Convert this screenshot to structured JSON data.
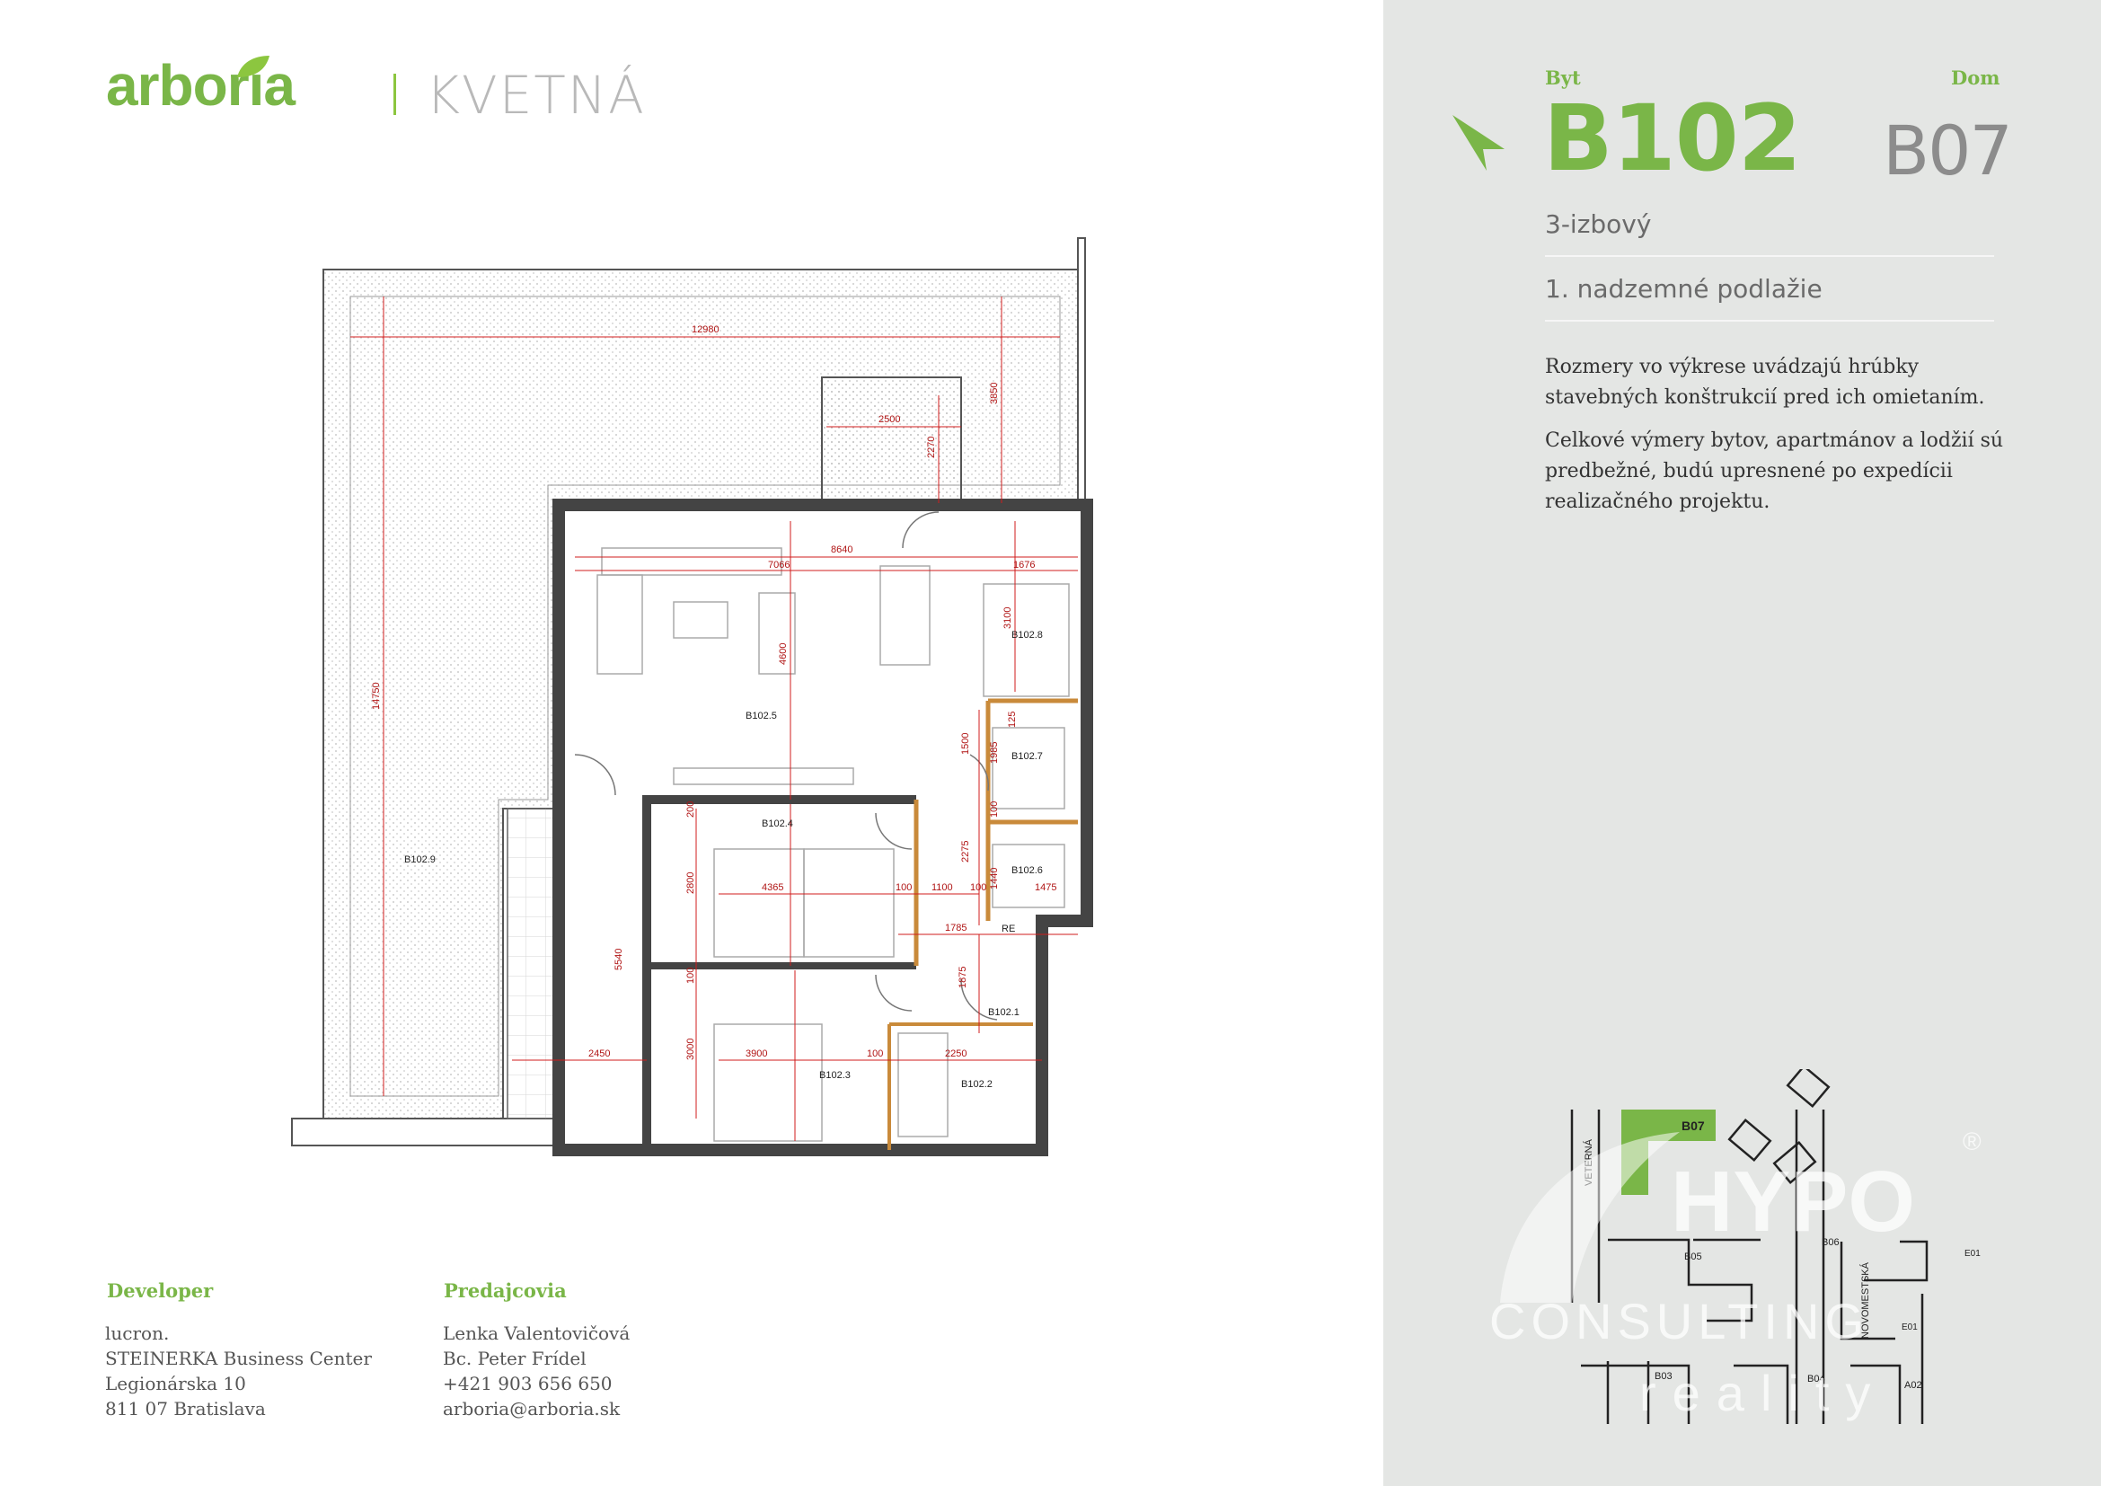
{
  "header": {
    "logo": "arboria",
    "project": "KVETNÁ"
  },
  "panel": {
    "flat_label": "Byt",
    "house_label": "Dom",
    "flat_code": "B102",
    "house_code": "B07",
    "rooms": "3-izbový",
    "floor": "1. nadzemné podlažie",
    "note1": "Rozmery vo výkrese uvádzajú hrúbky stavebných konštrukcií pred ich omietaním.",
    "note2": "Celkové výmery bytov, apartmánov a lodžií sú predbežné, budú upresnené po expedícii realizačného projektu."
  },
  "footer": {
    "developer_heading": "Developer",
    "developer_lines": [
      "lucron.",
      "STEINERKA Business Center",
      "Legionárska 10",
      "811 07 Bratislava"
    ],
    "sales_heading": "Predajcovia",
    "sales_lines": [
      "Lenka Valentovičová",
      "Bc. Peter Frídel",
      "+421 903 656 650",
      "arboria@arboria.sk"
    ]
  },
  "plan": {
    "rooms": {
      "terrace": "B102.9",
      "living": "B102.5",
      "kitchen": "B102.8",
      "bedroom1": "B102.4",
      "bedroom2": "B102.3",
      "wc": "B102.7",
      "storage": "B102.6",
      "hall": "B102.1",
      "bath": "B102.2",
      "re": "RE"
    },
    "dims": {
      "terrace_width": "12980",
      "terrace_height": "14750",
      "balcony_w": "2500",
      "balcony_d": "2270",
      "bal_side": "3850",
      "living_total": "8640",
      "living_w": "7066",
      "kitchen_w": "1676",
      "kitchen_d": "3100",
      "living_d": "4600",
      "d_1500": "1500",
      "d_125": "125",
      "d_1985": "1985",
      "d_100a": "100",
      "d_2275": "2275",
      "d_1440": "1440",
      "d_1475": "1475",
      "d_200": "200",
      "d_2800": "2800",
      "bed1_w": "4365",
      "d_100b": "100",
      "d_1100": "1100",
      "d_100c": "100",
      "d_1785": "1785",
      "d_1875": "1875",
      "loggia_d": "5540",
      "d_100d": "100",
      "d_3000": "3000",
      "bed2_w": "3900",
      "d_100e": "100",
      "bath_w": "2250",
      "loggia_w": "2450"
    }
  },
  "map": {
    "labels": {
      "b07": "B07",
      "b05": "B05",
      "b06": "B06",
      "b03": "B03",
      "b04": "B04",
      "a02": "A02",
      "e01": "E01",
      "e01b": "E01",
      "street1": "VETERNÁ",
      "street2": "NOVOMESTSKÁ"
    },
    "watermark": {
      "brand": "HYPO",
      "line2": "CONSULTING",
      "line3": "reality",
      "reg": "®"
    }
  },
  "colors": {
    "accent": "#7ab648",
    "panel_bg": "#e4e6e4",
    "dimension": "#d11c1c",
    "wall": "#555555",
    "wall_accent": "#c98a3a"
  }
}
